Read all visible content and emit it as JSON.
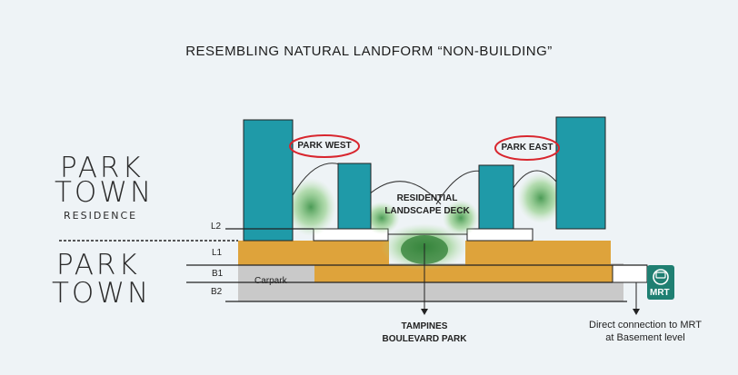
{
  "title": "RESEMBLING NATURAL LANDFORM “NON-BUILDING”",
  "brand_residence": {
    "line1": "PARK",
    "line2": "TOWN",
    "line3": "RESIDENCE"
  },
  "brand_town": {
    "line1": "PARK",
    "line2": "TOWN"
  },
  "levels": [
    "L2",
    "L1",
    "B1",
    "B2"
  ],
  "callouts": {
    "park_west": "PARK WEST",
    "park_east": "PARK EAST"
  },
  "deck_label": {
    "line1": "RESIDENTIAL",
    "line2": "LANDSCAPE DECK"
  },
  "carpark_label": "Carpark",
  "mrt_label": "MRT",
  "tampines_label": {
    "line1": "TAMPINES",
    "line2": "BOULEVARD PARK"
  },
  "mrt_note": {
    "line1": "Direct connection to MRT",
    "line2": "at Basement level"
  },
  "colors": {
    "background": "#eef3f6",
    "tower": "#1f9aa8",
    "podium": "#dea33b",
    "basement": "#c9c9c9",
    "greenery": "#4c9b45",
    "callout_ring": "#d8262e",
    "mrt_badge": "#1f7f72"
  }
}
